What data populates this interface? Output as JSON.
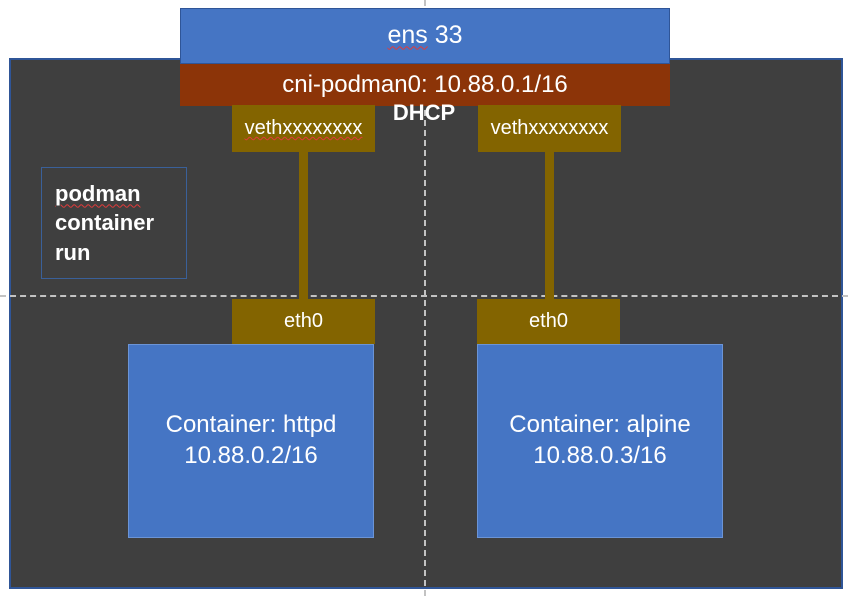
{
  "diagram": {
    "title": "Podman CNI bridge network diagram",
    "colors": {
      "host_panel_bg": "#3f3f3f",
      "host_panel_border": "#2f5597",
      "nic_blue": "#4575c4",
      "bridge_brown": "#8c3408",
      "veth_olive": "#836400",
      "container_blue": "#4575c4",
      "container_border": "#6b94d6",
      "guide_line": "#c3c3c3",
      "text_white": "#ffffff",
      "spellcheck_red": "#e03b3b"
    },
    "nic": {
      "label_prefix": "ens",
      "label_suffix": " 33"
    },
    "bridge": {
      "label": "cni-podman0: 10.88.0.1/16"
    },
    "dhcp": {
      "label": "DHCP"
    },
    "note": {
      "line1": "podman",
      "line2": "container",
      "line3": "run"
    },
    "veths": [
      {
        "label": "vethxxxxxxxx",
        "spellchecked": true
      },
      {
        "label": "vethxxxxxxxx",
        "spellchecked": false
      }
    ],
    "eths": [
      {
        "label": "eth0"
      },
      {
        "label": "eth0"
      }
    ],
    "containers": [
      {
        "name_line": "Container: httpd",
        "ip_line": "10.88.0.2/16"
      },
      {
        "name_line": "Container: alpine",
        "ip_line": "10.88.0.3/16"
      }
    ]
  }
}
